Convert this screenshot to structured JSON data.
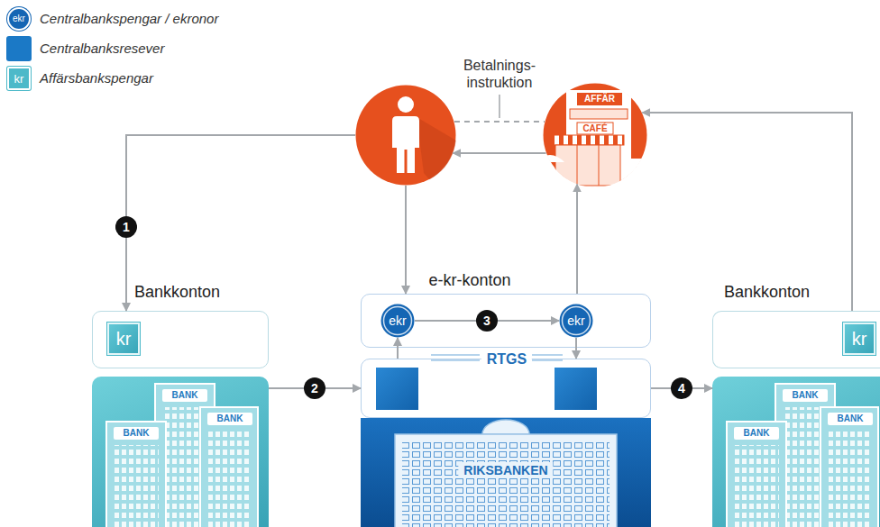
{
  "diagram": {
    "nodes": [
      {
        "text": []
      },
      {
        "text": [
          "AFFÄR",
          "CAFÉ"
        ]
      },
      {
        "text": [
          "Bankkonton"
        ]
      },
      {
        "text": [
          "kr"
        ],
        "in": 2
      },
      {
        "text": [
          "BANK",
          "BANK",
          "BANK"
        ]
      },
      {
        "text": [
          "e-kr-konton"
        ]
      },
      {
        "text": [
          "ekr"
        ],
        "in": 5
      },
      {
        "text": [
          "ekr"
        ],
        "in": 5
      },
      {
        "text": [
          "RTGS"
        ]
      },
      {
        "text": [
          "RIKSBANKEN"
        ]
      },
      {
        "text": [
          "Bankkonton"
        ]
      },
      {
        "text": [
          "kr"
        ],
        "in": 10
      },
      {
        "text": [
          "BANK",
          "BANK",
          "BANK"
        ]
      }
    ],
    "edges": [
      {
        "from": 0,
        "to": 1,
        "arrow": "none",
        "label": "Betalnings- instruktion"
      },
      {
        "from": 1,
        "to": 0,
        "arrow": "to"
      },
      {
        "from": 0,
        "to": 2,
        "arrow": "to",
        "label": "1"
      },
      {
        "from": 0,
        "to": 5,
        "arrow": "to"
      },
      {
        "from": 5,
        "to": 1,
        "arrow": "to"
      },
      {
        "from": 10,
        "to": 1,
        "arrow": "to"
      },
      {
        "from": 4,
        "to": 8,
        "arrow": "to",
        "label": "2"
      },
      {
        "from": 8,
        "to": 6,
        "arrow": "to"
      },
      {
        "from": 6,
        "to": 7,
        "arrow": "to",
        "label": "3"
      },
      {
        "from": 7,
        "to": 8,
        "arrow": "to"
      },
      {
        "from": 8,
        "to": 12,
        "arrow": "to",
        "label": "4"
      }
    ],
    "labels": [
      "ekr",
      "kr"
    ],
    "legend": [
      {
        "text": "Centralbankspengar / ekronor",
        "color": "#1566b4"
      },
      {
        "text": "Centralbanksresever",
        "color": "#1b79c6"
      },
      {
        "text": "Affärsbankspengar",
        "color": "#4db9c9"
      }
    ]
  }
}
